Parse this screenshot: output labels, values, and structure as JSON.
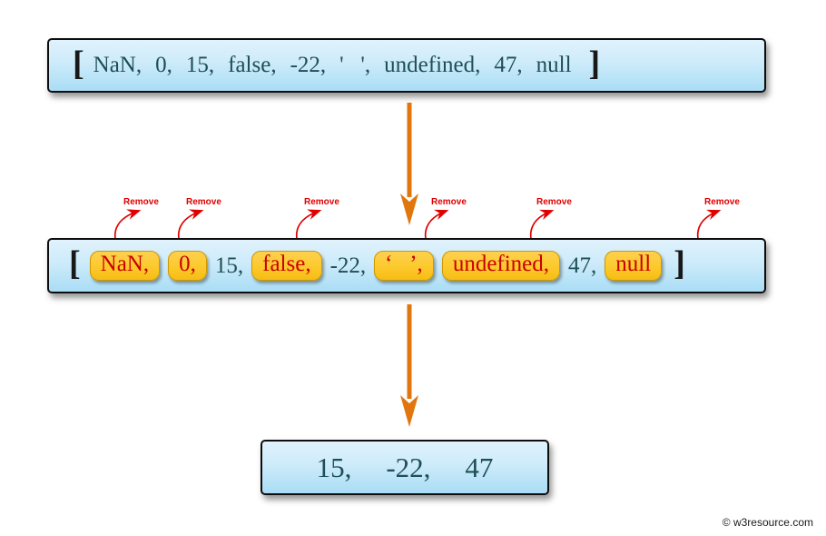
{
  "top_box": {
    "open_bracket": "[",
    "close_bracket": "]",
    "items": [
      "NaN,",
      "0,",
      "15,",
      "false,",
      "-22,",
      "'   ',",
      "undefined,",
      "47,",
      "null"
    ]
  },
  "middle_box": {
    "open_bracket": "[",
    "close_bracket": "]",
    "items": [
      {
        "text": "NaN,",
        "highlight": true
      },
      {
        "text": "0,",
        "highlight": true
      },
      {
        "text": "15,",
        "highlight": false
      },
      {
        "text": "false,",
        "highlight": true
      },
      {
        "text": "-22,",
        "highlight": false
      },
      {
        "text": "‘   ’,",
        "highlight": true
      },
      {
        "text": "undefined,",
        "highlight": true
      },
      {
        "text": "47,",
        "highlight": false
      },
      {
        "text": "null",
        "highlight": true
      }
    ]
  },
  "remove_annotations": [
    {
      "label": "Remove"
    },
    {
      "label": "Remove"
    },
    {
      "label": "Remove"
    },
    {
      "label": "Remove"
    },
    {
      "label": "Remove"
    },
    {
      "label": "Remove"
    }
  ],
  "result_box": {
    "items": [
      "15,",
      "-22,",
      "47"
    ]
  },
  "footer": {
    "copyright": "© w3resource.com"
  },
  "colors": {
    "box_fill_top": "#e0f2fd",
    "box_fill_bottom": "#a9ddf5",
    "box_border": "#0d0d0d",
    "item_text": "#1d4f55",
    "chip_fill": "#fcc829",
    "chip_border": "#cf9700",
    "chip_text": "#c90000",
    "remove_red": "#e00000",
    "arrow_orange": "#e2760e",
    "copyright_text": "#1a1a1a"
  }
}
